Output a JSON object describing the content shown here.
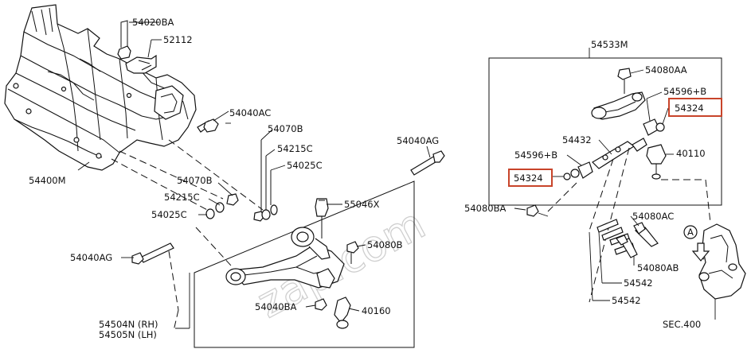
{
  "colors": {
    "line": "#111111",
    "highlight": "#c8442a",
    "background": "#ffffff",
    "watermark": "#cfcfcf"
  },
  "watermark": "zap.com",
  "callouts": {
    "c54020BA": "54020BA",
    "c52112": "52112",
    "c54040AC": "54040AC",
    "c54400M": "54400M",
    "c54070B_a": "54070B",
    "c54215C_a": "54215C",
    "c54025C_a": "54025C",
    "c54070B_b": "54070B",
    "c54215C_b": "54215C",
    "c54025C_b": "54025C",
    "c54040AG_a": "54040AG",
    "c55046X": "55046X",
    "c54080B": "54080B",
    "c54040AG_b": "54040AG",
    "c54040BA": "54040BA",
    "c40160": "40160",
    "c54504N": "54504N (RH)",
    "c54505N": "54505N (LH)",
    "c54533M": "54533M",
    "c54080AA": "54080AA",
    "c54596B_a": "54596+B",
    "c54324_a": "54324",
    "c54432": "54432",
    "c40110": "40110",
    "c54596B_b": "54596+B",
    "c54324_b": "54324",
    "c54080BA": "54080BA",
    "c54080AC": "54080AC",
    "c54080AB": "54080AB",
    "c54542_a": "54542",
    "c54542_b": "54542",
    "cSEC400": "SEC.400",
    "viewA": "A"
  }
}
